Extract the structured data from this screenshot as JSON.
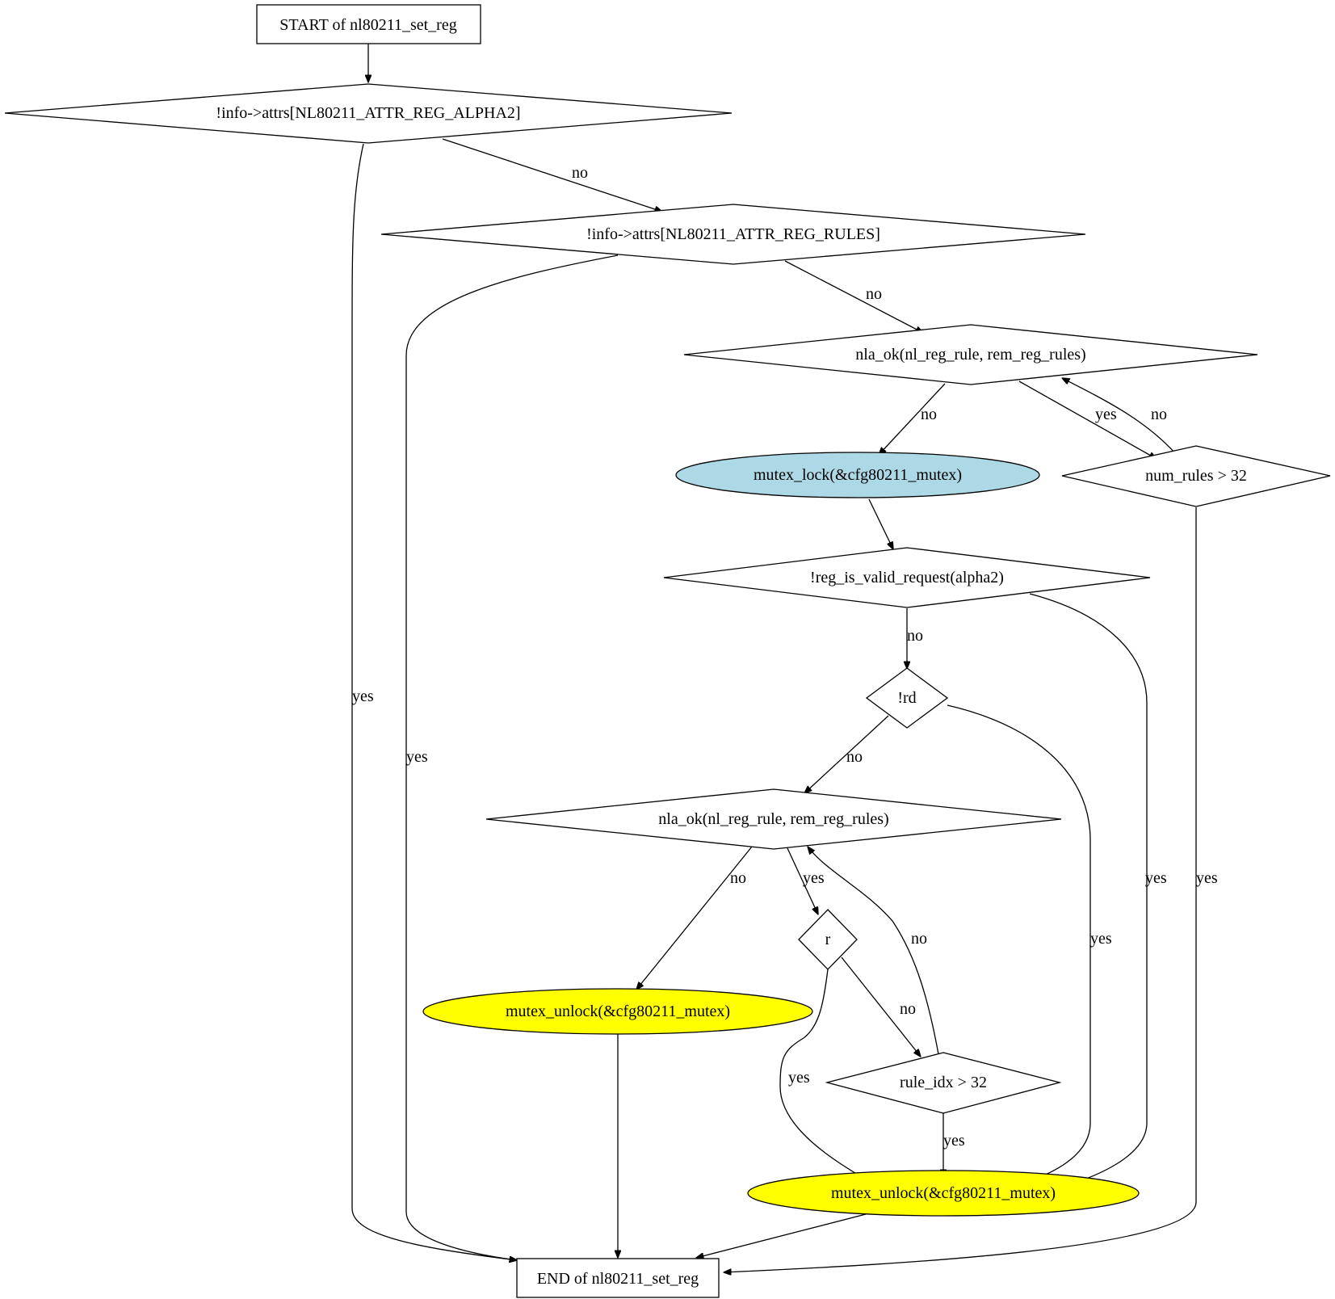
{
  "colors": {
    "plain": "#ffffff",
    "lock": "#add8e6",
    "unlock": "#ffff00",
    "stroke": "#000000"
  },
  "nodes": {
    "start": {
      "label": "START of nl80211_set_reg",
      "shape": "box"
    },
    "check_alpha2": {
      "label": "!info->attrs[NL80211_ATTR_REG_ALPHA2]",
      "shape": "diamond"
    },
    "check_rules": {
      "label": "!info->attrs[NL80211_ATTR_REG_RULES]",
      "shape": "diamond"
    },
    "count_loop": {
      "label": "nla_ok(nl_reg_rule, rem_reg_rules)",
      "shape": "diamond"
    },
    "num_rules_check": {
      "label": "num_rules > 32",
      "shape": "diamond"
    },
    "mutex_lock": {
      "label": "mutex_lock(&cfg80211_mutex)",
      "shape": "ellipse",
      "color": "lock"
    },
    "valid_request": {
      "label": "!reg_is_valid_request(alpha2)",
      "shape": "diamond"
    },
    "rd_check": {
      "label": "!rd",
      "shape": "diamond"
    },
    "parse_loop": {
      "label": "nla_ok(nl_reg_rule, rem_reg_rules)",
      "shape": "diamond"
    },
    "r_check": {
      "label": "r",
      "shape": "diamond"
    },
    "rule_idx_check": {
      "label": "rule_idx > 32",
      "shape": "diamond"
    },
    "unlock_left": {
      "label": "mutex_unlock(&cfg80211_mutex)",
      "shape": "ellipse",
      "color": "unlock"
    },
    "unlock_right": {
      "label": "mutex_unlock(&cfg80211_mutex)",
      "shape": "ellipse",
      "color": "unlock"
    },
    "end": {
      "label": "END of nl80211_set_reg",
      "shape": "box"
    }
  },
  "edges": {
    "start_to_alpha2": {
      "from": "start",
      "to": "check_alpha2",
      "label": ""
    },
    "alpha2_no": {
      "from": "check_alpha2",
      "to": "check_rules",
      "label": "no"
    },
    "alpha2_yes": {
      "from": "check_alpha2",
      "to": "end",
      "label": "yes"
    },
    "rules_no": {
      "from": "check_rules",
      "to": "count_loop",
      "label": "no"
    },
    "rules_yes": {
      "from": "check_rules",
      "to": "end",
      "label": "yes"
    },
    "count_loop_yes": {
      "from": "count_loop",
      "to": "num_rules_check",
      "label": "yes"
    },
    "count_loop_no": {
      "from": "count_loop",
      "to": "mutex_lock",
      "label": "no"
    },
    "num_rules_no": {
      "from": "num_rules_check",
      "to": "count_loop",
      "label": "no"
    },
    "num_rules_yes": {
      "from": "num_rules_check",
      "to": "end",
      "label": "yes"
    },
    "lock_to_valid": {
      "from": "mutex_lock",
      "to": "valid_request",
      "label": ""
    },
    "valid_no": {
      "from": "valid_request",
      "to": "rd_check",
      "label": "no"
    },
    "valid_yes": {
      "from": "valid_request",
      "to": "unlock_right",
      "label": "yes"
    },
    "rd_no": {
      "from": "rd_check",
      "to": "parse_loop",
      "label": "no"
    },
    "rd_yes": {
      "from": "rd_check",
      "to": "unlock_right",
      "label": "yes"
    },
    "parse_no": {
      "from": "parse_loop",
      "to": "unlock_left",
      "label": "no"
    },
    "parse_yes": {
      "from": "parse_loop",
      "to": "r_check",
      "label": "yes"
    },
    "r_no": {
      "from": "r_check",
      "to": "rule_idx_check",
      "label": "no"
    },
    "r_yes": {
      "from": "r_check",
      "to": "unlock_right",
      "label": "yes"
    },
    "rule_idx_no": {
      "from": "rule_idx_check",
      "to": "parse_loop",
      "label": "no"
    },
    "rule_idx_yes": {
      "from": "rule_idx_check",
      "to": "unlock_right",
      "label": "yes"
    },
    "unlock_left_to_end": {
      "from": "unlock_left",
      "to": "end",
      "label": ""
    },
    "unlock_right_to_end": {
      "from": "unlock_right",
      "to": "end",
      "label": ""
    }
  }
}
